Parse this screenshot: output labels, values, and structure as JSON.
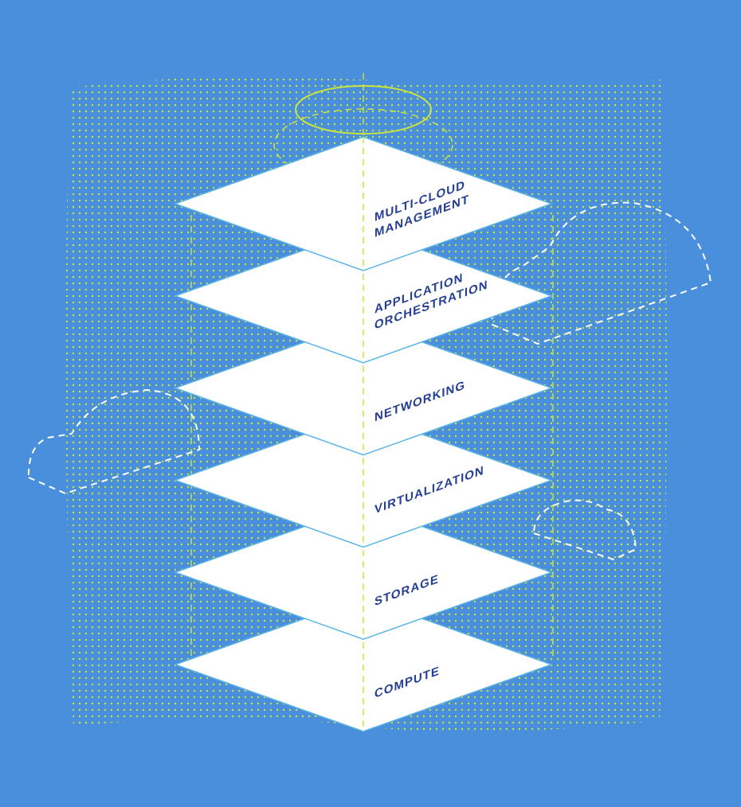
{
  "colors": {
    "background": "#4a8fdc",
    "dots": "#c9e43c",
    "layer_fill": "#ffffff",
    "layer_edge": "#5bb4e8",
    "label": "#243f93",
    "cloud_outline": "#ffffff"
  },
  "layers": [
    {
      "lines": [
        "MULTI-CLOUD",
        "MANAGEMENT"
      ]
    },
    {
      "lines": [
        "APPLICATION",
        "ORCHESTRATION"
      ]
    },
    {
      "lines": [
        "NETWORKING"
      ]
    },
    {
      "lines": [
        "VIRTUALIZATION"
      ]
    },
    {
      "lines": [
        "STORAGE"
      ]
    },
    {
      "lines": [
        "COMPUTE"
      ]
    }
  ]
}
